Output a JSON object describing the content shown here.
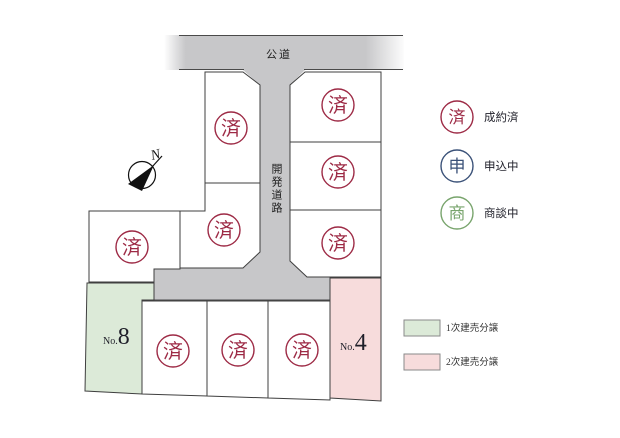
{
  "plan": {
    "public_road_label": "公道",
    "development_road_label": "開発道路",
    "compass_label": "N",
    "lots": [
      {
        "name": "lot-center-north",
        "status": "済"
      },
      {
        "name": "lot-center-south",
        "status": "済"
      },
      {
        "name": "lot-west",
        "status": "済"
      },
      {
        "name": "lot-east-top",
        "status": "済"
      },
      {
        "name": "lot-east-middle",
        "status": "済"
      },
      {
        "name": "lot-east-bottom",
        "status": "済"
      },
      {
        "name": "lot-south-left",
        "status": "済"
      },
      {
        "name": "lot-south-center",
        "status": "済"
      },
      {
        "name": "lot-south-right",
        "status": "済"
      }
    ],
    "no8": {
      "prefix": "No.",
      "number": "8"
    },
    "no4": {
      "prefix": "No.",
      "number": "4"
    }
  },
  "status_legend": [
    {
      "symbol": "済",
      "label": "成約済",
      "color": "#9d2a45"
    },
    {
      "symbol": "申",
      "label": "申込中",
      "color": "#3a5178"
    },
    {
      "symbol": "商",
      "label": "商談中",
      "color": "#78a46c"
    }
  ],
  "phase_legend": [
    {
      "label": "1次建売分譲",
      "color": "#dcead8"
    },
    {
      "label": "2次建売分譲",
      "color": "#f7dcdc"
    }
  ],
  "colors": {
    "road_gray": "#c7c7c9",
    "lot_border": "#3f3f3f",
    "sold_red": "#9d2a45",
    "applied_blue": "#3a5178",
    "negotiating_green": "#78a46c",
    "phase1_green": "#dcead8",
    "phase2_pink": "#f7dcdc"
  }
}
